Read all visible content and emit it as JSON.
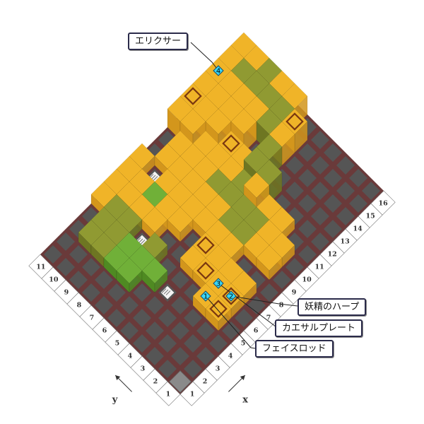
{
  "title": "",
  "items": [
    {
      "num": "1",
      "name": "フェイスロッド"
    },
    {
      "num": "2",
      "name": "妖精のハープ"
    },
    {
      "num": "3",
      "name": "カエサルプレート"
    },
    {
      "num": "4",
      "name": "エリクサー"
    }
  ],
  "axes": {
    "x_label": "x",
    "y_label": "y"
  },
  "x_ticks": [
    "1",
    "2",
    "3",
    "4",
    "5",
    "6",
    "7",
    "8",
    "9",
    "10",
    "11",
    "12",
    "13",
    "14",
    "15",
    "16"
  ],
  "y_ticks": [
    "1",
    "2",
    "3",
    "4",
    "5",
    "6",
    "7",
    "8",
    "9",
    "10",
    "11"
  ],
  "grid": {
    "x_count": 16,
    "y_count": 11
  },
  "icons": {
    "start": "start-tile-icon",
    "chest": "chest-icon",
    "treasure_marker": "treasure-marker-icon",
    "stairs": "stairs-icon"
  },
  "colors": {
    "floor": "#555555",
    "floor_line": "#6a3a3a",
    "yellow_top": "#f0b428",
    "yellow_side": "#d3961c",
    "olive_top": "#909a32",
    "olive_side": "#6e7622",
    "green_top": "#70b038",
    "green_side": "#4f8a22",
    "marker": "#38d8f8",
    "chest_outline": "#7a3810",
    "label_border": "#2b2b4a"
  },
  "tiles": [
    {
      "x": 1,
      "y": 1,
      "t": "start"
    },
    {
      "x": 3,
      "y": 8,
      "t": "green",
      "h": 1
    },
    {
      "x": 3,
      "y": 7,
      "t": "green",
      "h": 1
    },
    {
      "x": 4,
      "y": 8,
      "t": "green",
      "h": 1
    },
    {
      "x": 4,
      "y": 7,
      "t": "green",
      "h": 1
    },
    {
      "x": 4,
      "y": 6,
      "t": "green",
      "h": 1
    },
    {
      "x": 3,
      "y": 9,
      "t": "olive",
      "h": 1
    },
    {
      "x": 4,
      "y": 9,
      "t": "olive",
      "h": 1
    },
    {
      "x": 4,
      "y": 10,
      "t": "olive",
      "h": 1
    },
    {
      "x": 5,
      "y": 9,
      "t": "olive",
      "h": 1
    },
    {
      "x": 5,
      "y": 10,
      "t": "olive",
      "h": 1
    },
    {
      "x": 3,
      "y": 10,
      "t": "olive",
      "h": 1
    },
    {
      "x": 5,
      "y": 7,
      "t": "olive",
      "h": 1
    },
    {
      "x": 5,
      "y": 8,
      "t": "floor",
      "st": "stairs"
    },
    {
      "x": 4,
      "y": 5,
      "t": "floor",
      "st": "stairs"
    },
    {
      "x": 7,
      "y": 9,
      "t": "floor",
      "st": "stairs"
    },
    {
      "x": 8,
      "y": 10,
      "t": "floor",
      "st": "stairs"
    },
    {
      "x": 6,
      "y": 8,
      "t": "yellow",
      "h": 1
    },
    {
      "x": 6,
      "y": 9,
      "t": "yellow",
      "h": 1
    },
    {
      "x": 7,
      "y": 10,
      "t": "yellow",
      "h": 1
    },
    {
      "x": 6,
      "y": 10,
      "t": "yellow",
      "h": 1
    },
    {
      "x": 5,
      "y": 11,
      "t": "yellow",
      "h": 1
    },
    {
      "x": 6,
      "y": 11,
      "t": "yellow",
      "h": 1
    },
    {
      "x": 7,
      "y": 11,
      "t": "yellow",
      "h": 1
    },
    {
      "x": 8,
      "y": 11,
      "t": "yellow",
      "h": 1
    },
    {
      "x": 8,
      "y": 9,
      "t": "yellow",
      "h": 1
    },
    {
      "x": 9,
      "y": 9,
      "t": "yellow",
      "h": 1
    },
    {
      "x": 9,
      "y": 10,
      "t": "yellow",
      "h": 1
    },
    {
      "x": 10,
      "y": 10,
      "t": "yellow",
      "h": 1
    },
    {
      "x": 7,
      "y": 8,
      "t": "yellow",
      "h": 1
    },
    {
      "x": 8,
      "y": 8,
      "t": "yellow",
      "h": 1
    },
    {
      "x": 9,
      "y": 8,
      "t": "yellow",
      "h": 1
    },
    {
      "x": 10,
      "y": 9,
      "t": "yellow",
      "h": 1
    },
    {
      "x": 11,
      "y": 9,
      "t": "yellow",
      "h": 1
    },
    {
      "x": 9,
      "y": 7,
      "t": "yellow",
      "h": 1
    },
    {
      "x": 10,
      "y": 8,
      "t": "yellow",
      "h": 1
    },
    {
      "x": 7,
      "y": 9,
      "t": "green",
      "h": 1
    },
    {
      "x": 7,
      "y": 7,
      "t": "yellow",
      "h": 1
    },
    {
      "x": 8,
      "y": 7,
      "t": "yellow",
      "h": 1
    },
    {
      "x": 8,
      "y": 6,
      "t": "yellow",
      "h": 1
    },
    {
      "x": 9,
      "y": 6,
      "t": "yellow",
      "h": 1
    },
    {
      "x": 7,
      "y": 5,
      "t": "yellow",
      "h": 1,
      "ch": 1
    },
    {
      "x": 8,
      "y": 5,
      "t": "yellow",
      "h": 1
    },
    {
      "x": 8,
      "y": 4,
      "t": "yellow",
      "h": 1
    },
    {
      "x": 9,
      "y": 4,
      "t": "olive",
      "h": 1
    },
    {
      "x": 9,
      "y": 5,
      "t": "olive",
      "h": 1
    },
    {
      "x": 10,
      "y": 5,
      "t": "olive",
      "h": 1
    },
    {
      "x": 10,
      "y": 6,
      "t": "olive",
      "h": 1
    },
    {
      "x": 10,
      "y": 7,
      "t": "olive",
      "h": 1
    },
    {
      "x": 11,
      "y": 6,
      "t": "olive",
      "h": 1
    },
    {
      "x": 11,
      "y": 7,
      "t": "yellow",
      "h": 1
    },
    {
      "x": 12,
      "y": 7,
      "t": "yellow",
      "h": 1
    },
    {
      "x": 11,
      "y": 8,
      "t": "yellow",
      "h": 1
    },
    {
      "x": 12,
      "y": 8,
      "t": "yellow",
      "h": 1,
      "ch": 1
    },
    {
      "x": 9,
      "y": 3,
      "t": "yellow",
      "h": 1
    },
    {
      "x": 9,
      "y": 2,
      "t": "yellow",
      "h": 1
    },
    {
      "x": 10,
      "y": 2,
      "t": "yellow",
      "h": 1
    },
    {
      "x": 10,
      "y": 3,
      "t": "yellow",
      "h": 1
    },
    {
      "x": 11,
      "y": 3,
      "t": "yellow",
      "h": 1
    },
    {
      "x": 10,
      "y": 4,
      "t": "olive",
      "h": 1
    },
    {
      "x": 11,
      "y": 4,
      "t": "yellow",
      "h": 1
    },
    {
      "x": 6,
      "y": 5,
      "t": "yellow",
      "h": 1
    },
    {
      "x": 6,
      "y": 4,
      "t": "yellow",
      "h": 1,
      "ch": 1
    },
    {
      "x": 7,
      "y": 4,
      "t": "yellow",
      "h": 1
    },
    {
      "x": 7,
      "y": 3,
      "t": "yellow",
      "h": 1
    },
    {
      "x": 12,
      "y": 5,
      "t": "olive",
      "h": 2
    },
    {
      "x": 12,
      "y": 6,
      "t": "olive",
      "h": 2
    },
    {
      "x": 13,
      "y": 6,
      "t": "olive",
      "h": 2
    },
    {
      "x": 11,
      "y": 5,
      "t": "yellow",
      "h": 2
    },
    {
      "x": 12,
      "y": 9,
      "t": "yellow",
      "h": 2
    },
    {
      "x": 13,
      "y": 9,
      "t": "yellow",
      "h": 2
    },
    {
      "x": 13,
      "y": 10,
      "t": "yellow",
      "h": 2
    },
    {
      "x": 14,
      "y": 10,
      "t": "yellow",
      "h": 2
    },
    {
      "x": 13,
      "y": 8,
      "t": "yellow",
      "h": 2
    },
    {
      "x": 14,
      "y": 9,
      "t": "yellow",
      "h": 2
    },
    {
      "x": 14,
      "y": 8,
      "t": "yellow",
      "h": 2
    },
    {
      "x": 14,
      "y": 7,
      "t": "olive",
      "h": 2
    },
    {
      "x": 15,
      "y": 8,
      "t": "olive",
      "h": 2
    },
    {
      "x": 15,
      "y": 9,
      "t": "olive",
      "h": 2
    },
    {
      "x": 16,
      "y": 9,
      "t": "olive",
      "h": 2
    },
    {
      "x": 15,
      "y": 7,
      "t": "olive",
      "h": 2
    },
    {
      "x": 14,
      "y": 6,
      "t": "yellow",
      "h": 2
    },
    {
      "x": 15,
      "y": 6,
      "t": "yellow",
      "h": 2,
      "ch": 1
    },
    {
      "x": 16,
      "y": 7,
      "t": "yellow",
      "h": 2
    },
    {
      "x": 16,
      "y": 8,
      "t": "yellow",
      "h": 2
    },
    {
      "x": 13,
      "y": 11,
      "t": "yellow",
      "h": 2
    },
    {
      "x": 14,
      "y": 11,
      "t": "yellow",
      "h": 2
    },
    {
      "x": 12,
      "y": 10,
      "t": "yellow",
      "h": 2
    },
    {
      "x": 12,
      "y": 11,
      "t": "yellow",
      "h": 2,
      "ch": 1
    },
    {
      "x": 11,
      "y": 10,
      "t": "yellow",
      "h": 2
    },
    {
      "x": 11,
      "y": 11,
      "t": "yellow",
      "h": 2
    },
    {
      "x": 15,
      "y": 10,
      "t": "olive",
      "h": 2
    },
    {
      "x": 15,
      "y": 11,
      "t": "yellow",
      "h": 2
    },
    {
      "x": 16,
      "y": 10,
      "t": "yellow",
      "h": 2
    },
    {
      "x": 16,
      "y": 11,
      "t": "yellow",
      "h": 2
    },
    {
      "x": 5,
      "y": 2,
      "t": "yellow",
      "h": 1,
      "ch": 1
    },
    {
      "x": 5,
      "y": 3,
      "t": "yellow",
      "h": 1
    },
    {
      "x": 6,
      "y": 3,
      "t": "yellow",
      "h": 1
    },
    {
      "x": 6,
      "y": 2,
      "t": "yellow",
      "h": 1,
      "ch": 1
    },
    {
      "x": 7,
      "y": 2,
      "t": "yellow",
      "h": 1
    }
  ],
  "markers": [
    {
      "x": 5,
      "y": 3,
      "num": "1"
    },
    {
      "x": 6,
      "y": 2,
      "num": "2"
    },
    {
      "x": 6,
      "y": 3,
      "num": "3"
    },
    {
      "x": 14,
      "y": 11,
      "num": "4"
    }
  ]
}
